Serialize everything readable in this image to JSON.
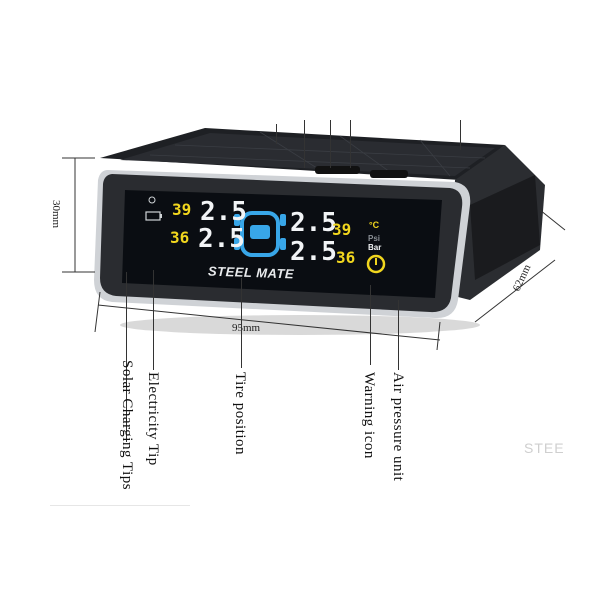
{
  "dimensions": {
    "height": "30mm",
    "width": "95mm",
    "depth": "62mm"
  },
  "brand": "STEEL MATE",
  "watermark": "STEE",
  "display": {
    "temp_front_left": "39",
    "temp_rear_left": "36",
    "pressure_front_left": "2.5",
    "pressure_rear_left": "2.5",
    "pressure_front_right": "2.5",
    "pressure_rear_right": "2.5",
    "temp_front_right": "39",
    "temp_rear_right": "36",
    "unit_temp": "°C",
    "unit_psi": "Psi",
    "unit_bar": "Bar"
  },
  "labels": {
    "solar": "Solar Charging Tips",
    "electricity": "Electricity Tip",
    "tire_position": "Tire position",
    "warning": "Warning icon",
    "air_pressure": "Air pressure unit"
  },
  "colors": {
    "lcd_bg": "#0a0d12",
    "white_digits": "#f2f4f6",
    "yellow_digits": "#f1d61e",
    "car_blue": "#38a6e8",
    "frame_silver": "#c9ccd0"
  }
}
